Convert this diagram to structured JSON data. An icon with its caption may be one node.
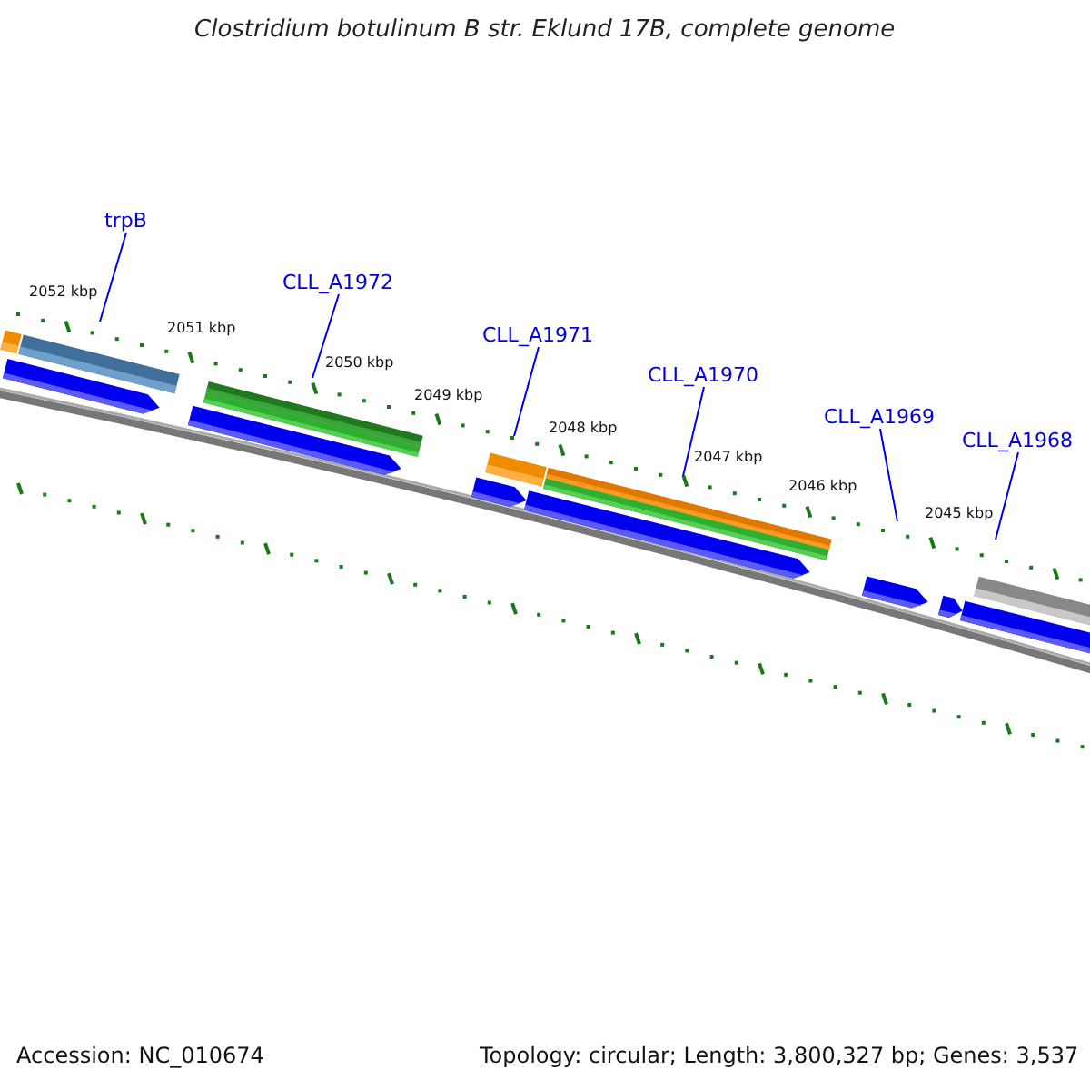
{
  "diagram": {
    "title": "Clostridium botulinum B str. Eklund 17B, complete genome",
    "nodes": [
      {
        "text": [
          "trpB"
        ]
      },
      {
        "text": [
          "CLL_A1972"
        ]
      },
      {
        "text": [
          "CLL_A1971"
        ]
      },
      {
        "text": [
          "CLL_A1970"
        ]
      },
      {
        "text": [
          "CLL_A1969"
        ]
      },
      {
        "text": [
          "CLL_A1968"
        ]
      }
    ],
    "edges": [
      {
        "from": 0,
        "to": null,
        "arrow": "none"
      },
      {
        "from": 1,
        "to": null,
        "arrow": "none"
      },
      {
        "from": 2,
        "to": null,
        "arrow": "none"
      },
      {
        "from": 3,
        "to": null,
        "arrow": "none"
      },
      {
        "from": 4,
        "to": null,
        "arrow": "none"
      },
      {
        "from": 5,
        "to": null,
        "arrow": "none"
      }
    ],
    "labels": [
      "2052 kbp",
      "2051 kbp",
      "2050 kbp",
      "2049 kbp",
      "2048 kbp",
      "2047 kbp",
      "2046 kbp",
      "2045 kbp",
      "Accession: NC_010674",
      "Topology: circular; Length: 3,800,327 bp; Genes: 3,537"
    ]
  }
}
